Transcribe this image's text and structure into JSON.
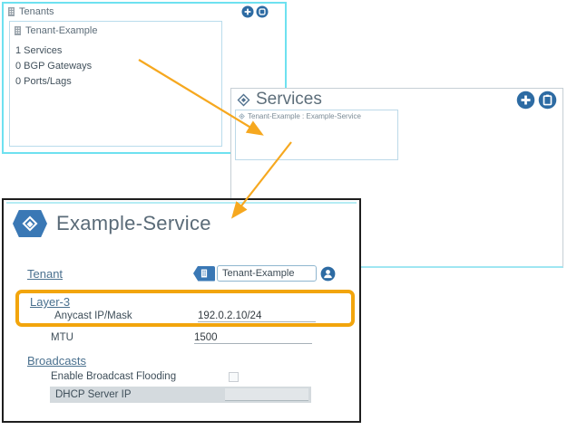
{
  "colors": {
    "panel_cyan_border": "#6ee1f0",
    "card_blue_border": "#b9dcec",
    "icon_circle_blue": "#2d6ba3",
    "badge_blue": "#3a78b5",
    "highlight_orange": "#f2a50c",
    "arrow_orange": "#f6a81f",
    "heading_blue": "#4a708e"
  },
  "tenants_panel": {
    "title": "Tenants",
    "actions": {
      "add": "add",
      "window": "window"
    },
    "card": {
      "title": "Tenant-Example",
      "stats": [
        "1 Services",
        "0 BGP Gateways",
        "0 Ports/Lags"
      ]
    }
  },
  "services_panel": {
    "title": "Services",
    "actions": {
      "add": "add",
      "clipboard": "clipboard"
    },
    "card": {
      "title": "Tenant-Example : Example-Service"
    }
  },
  "dialog": {
    "title": "Example-Service",
    "tenant": {
      "heading": "Tenant",
      "input_value": "Tenant-Example"
    },
    "layer3": {
      "heading": "Layer-3",
      "anycast_label": "Anycast IP/Mask",
      "anycast_value": "192.0.2.10/24",
      "mtu_label": "MTU",
      "mtu_value": "1500"
    },
    "broadcasts": {
      "heading": "Broadcasts",
      "flood_label": "Enable Broadcast Flooding",
      "flood_checked": false,
      "dhcp_label": "DHCP Server IP",
      "dhcp_value": ""
    }
  }
}
